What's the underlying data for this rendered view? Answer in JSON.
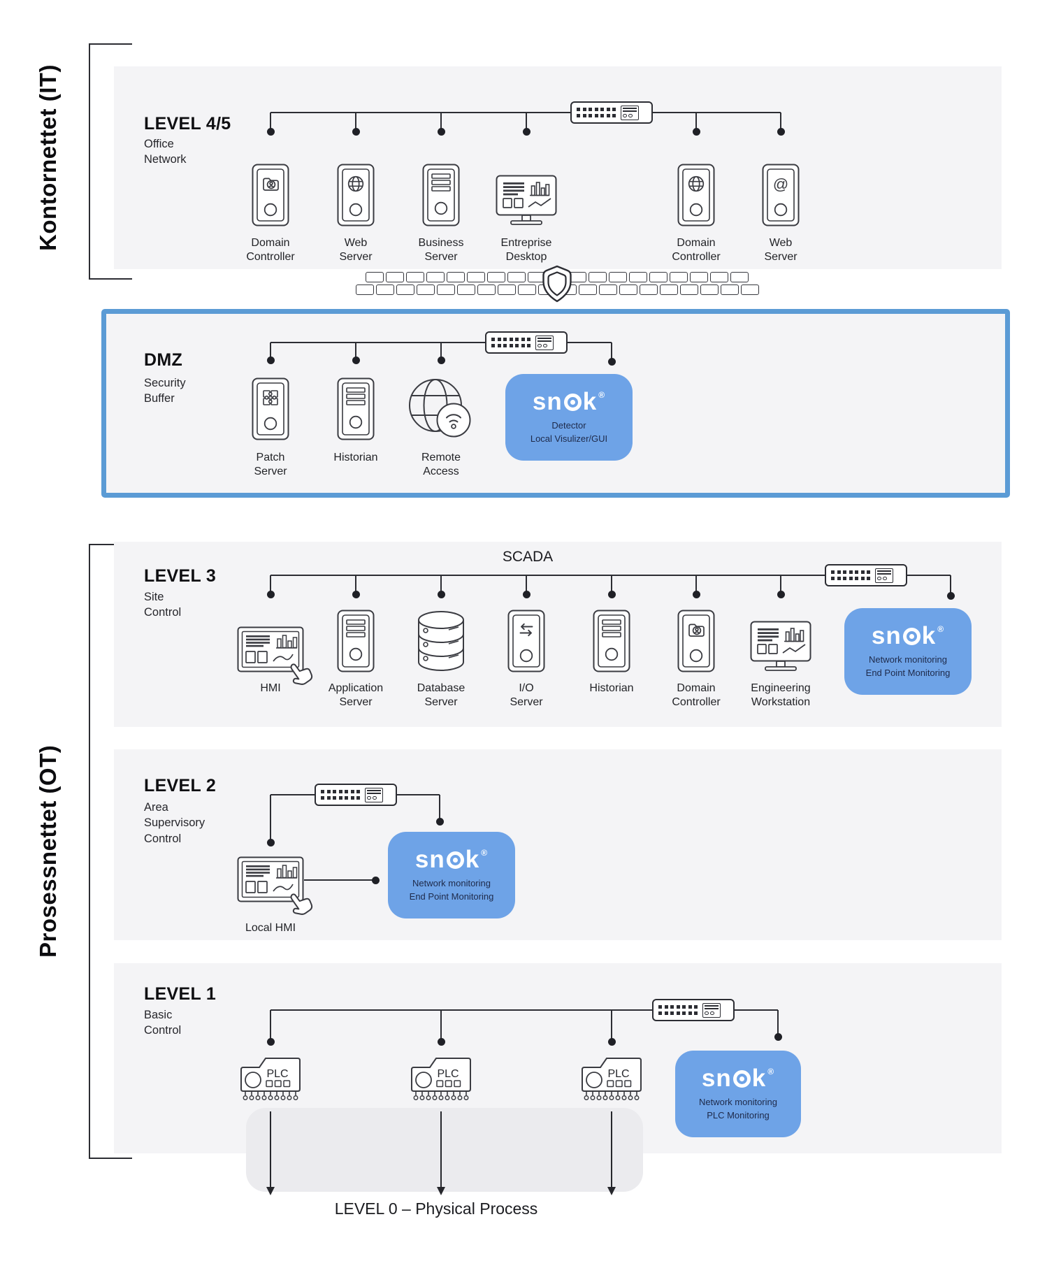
{
  "side_labels": {
    "it": "Kontornettet (IT)",
    "ot": "Prosessnettet (OT)"
  },
  "footer": {
    "level0": "LEVEL 0 – Physical Process"
  },
  "colors": {
    "panel_bg": "#f4f4f6",
    "dmz_border": "#5b9bd5",
    "snok_blue": "#6ea3e7",
    "snok_subtext": "#1e2a4a",
    "line": "#2c2d33"
  },
  "snok_logo": {
    "text": "snok",
    "registered": "®"
  },
  "firewall": {
    "icon": "shield-icon"
  },
  "sections": {
    "l45": {
      "title": "LEVEL 4/5",
      "subtitle_lines": [
        "Office",
        "Network"
      ],
      "devices": [
        {
          "icon": "domain-controller-icon",
          "shell": "card",
          "glyph": "folder-user",
          "label_lines": [
            "Domain",
            "Controller"
          ]
        },
        {
          "icon": "web-server-icon",
          "shell": "card",
          "glyph": "globe",
          "label_lines": [
            "Web",
            "Server"
          ]
        },
        {
          "icon": "business-server-icon",
          "shell": "tower",
          "label_lines": [
            "Business",
            "Server"
          ]
        },
        {
          "icon": "enterprise-desktop-icon",
          "shell": "monitor",
          "label_lines": [
            "Entreprise",
            "Desktop"
          ]
        },
        {
          "icon": "domain-controller-icon",
          "shell": "card",
          "glyph": "globe",
          "label_lines": [
            "Domain",
            "Controller"
          ]
        },
        {
          "icon": "web-server-icon",
          "shell": "card",
          "glyph": "at",
          "label_lines": [
            "Web",
            "Server"
          ]
        }
      ]
    },
    "dmz": {
      "title": "DMZ",
      "subtitle_lines": [
        "Security",
        "Buffer"
      ],
      "devices": [
        {
          "icon": "patch-server-icon",
          "shell": "card",
          "glyph": "puzzle",
          "label_lines": [
            "Patch",
            "Server"
          ]
        },
        {
          "icon": "historian-icon",
          "shell": "tower",
          "label_lines": [
            "Historian"
          ]
        },
        {
          "icon": "remote-access-icon",
          "shell": "gw",
          "label_lines": [
            "Remote",
            "Access"
          ]
        }
      ],
      "snok_lines": [
        "Detector",
        "Local Visulizer/GUI"
      ]
    },
    "l3": {
      "title": "LEVEL 3",
      "subtitle_lines": [
        "Site",
        "Control"
      ],
      "network_label": "SCADA",
      "devices": [
        {
          "icon": "hmi-touch-icon",
          "shell": "hmi",
          "label_lines": [
            "HMI"
          ]
        },
        {
          "icon": "application-server-icon",
          "shell": "tower",
          "label_lines": [
            "Application",
            "Server"
          ]
        },
        {
          "icon": "database-server-icon",
          "shell": "db",
          "label_lines": [
            "Database",
            "Server"
          ]
        },
        {
          "icon": "io-server-icon",
          "shell": "card",
          "glyph": "io-arrows",
          "label_lines": [
            "I/O",
            "Server"
          ]
        },
        {
          "icon": "historian-icon",
          "shell": "tower",
          "label_lines": [
            "Historian"
          ]
        },
        {
          "icon": "domain-controller-icon",
          "shell": "card",
          "glyph": "folder-user",
          "label_lines": [
            "Domain",
            "Controller"
          ]
        },
        {
          "icon": "engineering-workstation-icon",
          "shell": "monitor",
          "label_lines": [
            "Engineering",
            "Workstation"
          ]
        }
      ],
      "snok_lines": [
        "Network monitoring",
        "End Point Monitoring"
      ]
    },
    "l2": {
      "title": "LEVEL 2",
      "subtitle_lines": [
        "Area",
        "Supervisory",
        "Control"
      ],
      "devices": [
        {
          "icon": "hmi-touch-icon",
          "shell": "hmi",
          "label_lines": [
            "Local HMI"
          ]
        }
      ],
      "snok_lines": [
        "Network monitoring",
        "End Point Monitoring"
      ]
    },
    "l1": {
      "title": "LEVEL 1",
      "subtitle_lines": [
        "Basic",
        "Control"
      ],
      "devices": [
        {
          "icon": "plc-icon",
          "shell": "plc",
          "chip_text": "PLC",
          "label_lines": []
        },
        {
          "icon": "plc-icon",
          "shell": "plc",
          "chip_text": "PLC",
          "label_lines": []
        },
        {
          "icon": "plc-icon",
          "shell": "plc",
          "chip_text": "PLC",
          "label_lines": []
        }
      ],
      "snok_lines": [
        "Network monitoring",
        "PLC Monitoring"
      ]
    }
  }
}
